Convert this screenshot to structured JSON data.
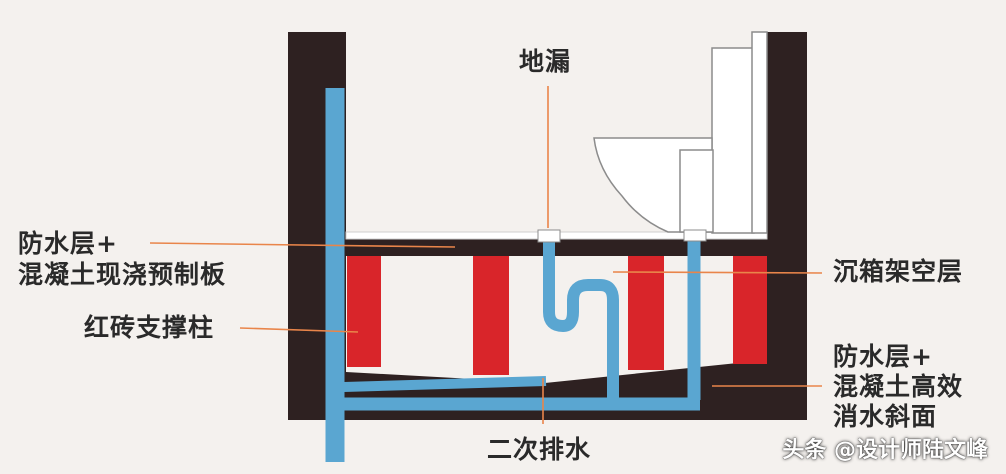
{
  "labels": {
    "floor_drain": "地漏",
    "waterproof_slab_line1": "防水层+",
    "waterproof_slab_line2": "混凝土现浇预制板",
    "brick_columns": "红砖支撑柱",
    "sunken_box_void": "沉箱架空层",
    "waterproof_slope_line1": "防水层+",
    "waterproof_slope_line2": "混凝土高效",
    "waterproof_slope_line3": "消水斜面",
    "secondary_drainage": "二次排水"
  },
  "watermark": "头条 @设计师陆文峰",
  "colors": {
    "background": "#f4f1ee",
    "wall": "#2e2121",
    "pipe": "#5aa6d1",
    "brick": "#d9252a",
    "leader_line": "#e9854a",
    "label_text": "#2a2a2a"
  }
}
